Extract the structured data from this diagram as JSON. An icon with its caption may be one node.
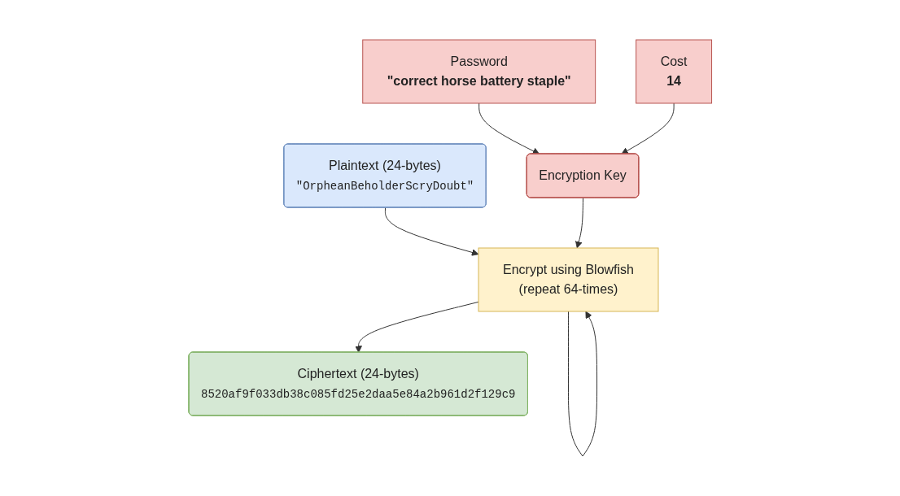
{
  "diagram": {
    "nodes": [
      {
        "text": [
          "Plaintext (24-bytes)",
          "\"OrpheanBeholderScryDoubt\""
        ]
      },
      {
        "text": [
          "Password",
          "\"correct horse battery staple\""
        ]
      },
      {
        "text": [
          "Cost",
          "14"
        ]
      },
      {
        "text": [
          "Encrypt using Blowfish",
          "(repeat 64-times)"
        ]
      },
      {
        "text": [
          "Encryption Key"
        ]
      },
      {
        "text": [
          "Ciphertext (24-bytes)",
          "8520af9f033db38c085fd25e2daa5e84a2b961d2f129c9"
        ]
      }
    ],
    "edges": [
      {
        "from": 0,
        "to": 3,
        "arrow": "to"
      },
      {
        "from": 1,
        "to": 4,
        "arrow": "to"
      },
      {
        "from": 2,
        "to": 4,
        "arrow": "to"
      },
      {
        "from": 4,
        "to": 3,
        "arrow": "to"
      },
      {
        "from": 3,
        "to": 3,
        "arrow": "to"
      },
      {
        "from": 3,
        "to": 5,
        "arrow": "to"
      }
    ]
  }
}
